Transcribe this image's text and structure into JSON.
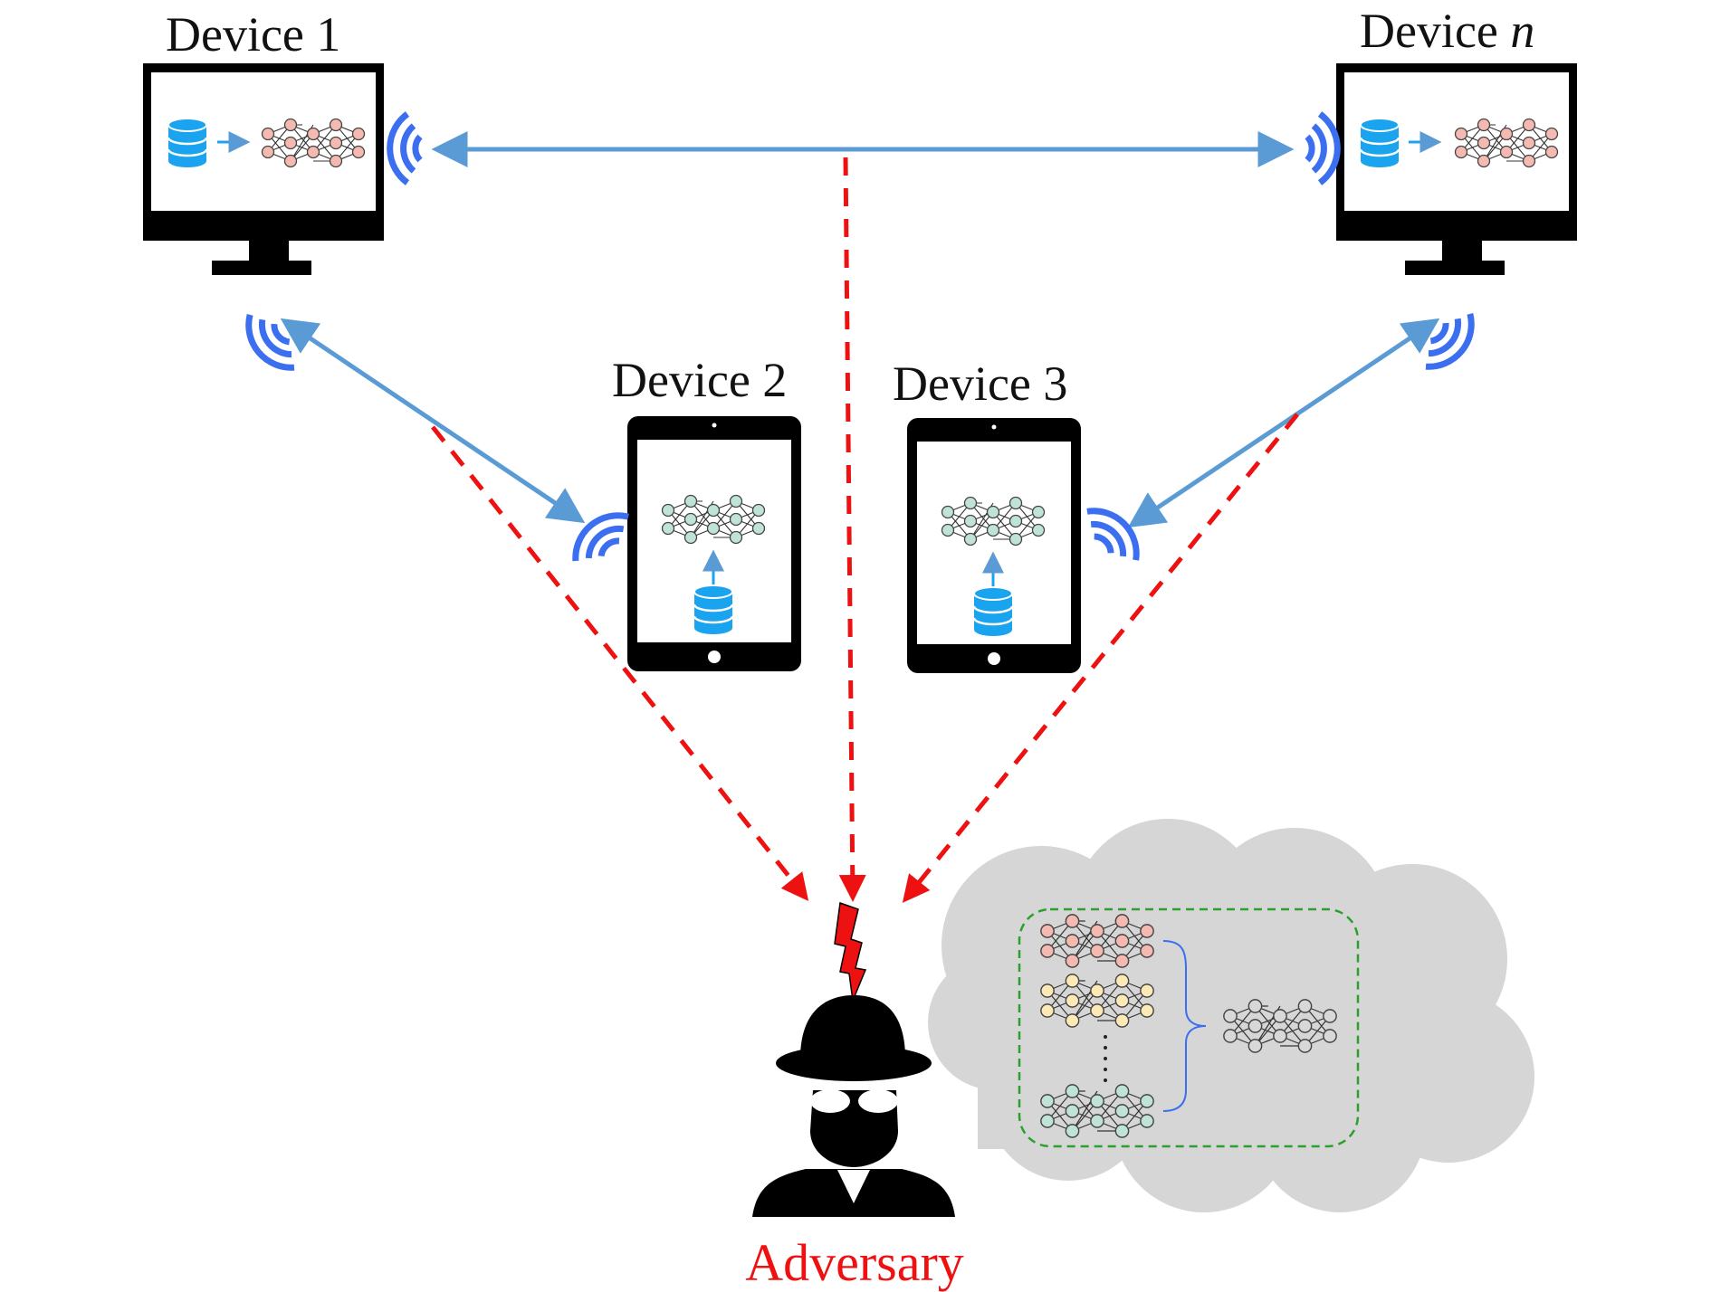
{
  "labels": {
    "device1": "Device 1",
    "device2": "Device 2",
    "device3": "Device 3",
    "device_n_prefix": "Device ",
    "device_n_var": "n",
    "adversary": "Adversary"
  },
  "colors": {
    "link": "#5b9bd5",
    "attack": "#ee1111",
    "wifi": "#3b6ff0",
    "db": "#1aa3ee",
    "model_local_pc": "#f4b9b0",
    "model_local_tablet": "#bfe3d6",
    "model_yellow": "#fde9b6",
    "model_aggregate": "#d8d8d8",
    "cloud": "#d6d6d6",
    "cloud_box_border": "#2ca02c",
    "adversary_text": "#ee1111"
  },
  "icons": {
    "database": "database-icon",
    "neural_net": "neural-network-icon",
    "wifi": "wifi-signal-icon",
    "lightning": "lightning-bolt-icon",
    "hacker": "hacker-icon",
    "cloud": "cloud-icon"
  }
}
